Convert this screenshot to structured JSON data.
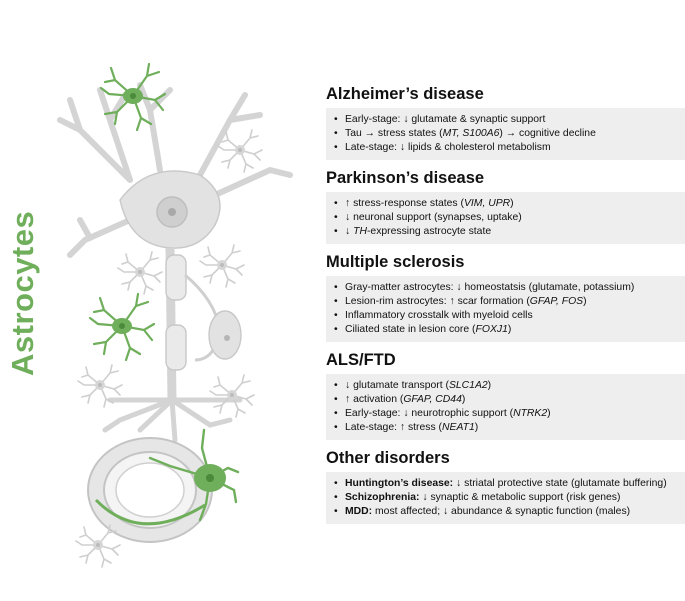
{
  "side_title": "Astrocytes",
  "colors": {
    "accent_green": "#6fae5a",
    "panel_bg": "#eeeeee",
    "neuron_gray": "#e0e0e0"
  },
  "sections": [
    {
      "title": "Alzheimer’s disease",
      "items": [
        [
          {
            "t": "Early-stage: ↓ glutamate & synaptic support"
          }
        ],
        [
          {
            "t": "Tau → stress states ("
          },
          {
            "t": "MT, S100A6",
            "i": true
          },
          {
            "t": ") → cognitive decline"
          }
        ],
        [
          {
            "t": "Late-stage: ↓ lipids & cholesterol metabolism"
          }
        ]
      ]
    },
    {
      "title": "Parkinson’s disease",
      "items": [
        [
          {
            "t": "↑ stress-response states ("
          },
          {
            "t": "VIM, UPR",
            "i": true
          },
          {
            "t": ")"
          }
        ],
        [
          {
            "t": "↓ neuronal support (synapses, uptake)"
          }
        ],
        [
          {
            "t": "↓ "
          },
          {
            "t": "TH",
            "i": true
          },
          {
            "t": "-expressing astrocyte state"
          }
        ]
      ]
    },
    {
      "title": "Multiple sclerosis",
      "items": [
        [
          {
            "t": "Gray-matter astrocytes: ↓ homeostatsis (glutamate, potassium)"
          }
        ],
        [
          {
            "t": "Lesion-rim astrocytes: ↑ scar formation ("
          },
          {
            "t": "GFAP, FOS",
            "i": true
          },
          {
            "t": ")"
          }
        ],
        [
          {
            "t": "Inflammatory crosstalk with myeloid cells"
          }
        ],
        [
          {
            "t": "Ciliated state in lesion core ("
          },
          {
            "t": "FOXJ1",
            "i": true
          },
          {
            "t": ")"
          }
        ]
      ]
    },
    {
      "title": "ALS/FTD",
      "items": [
        [
          {
            "t": "↓ glutamate transport ("
          },
          {
            "t": "SLC1A2",
            "i": true
          },
          {
            "t": ")"
          }
        ],
        [
          {
            "t": "↑ activation ("
          },
          {
            "t": "GFAP, CD44",
            "i": true
          },
          {
            "t": ")"
          }
        ],
        [
          {
            "t": "Early-stage: ↓ neurotrophic support ("
          },
          {
            "t": "NTRK2",
            "i": true
          },
          {
            "t": ")"
          }
        ],
        [
          {
            "t": "Late-stage: ↑ stress ("
          },
          {
            "t": "NEAT1",
            "i": true
          },
          {
            "t": ")"
          }
        ]
      ]
    },
    {
      "title": "Other disorders",
      "items": [
        [
          {
            "t": "Huntington’s disease:",
            "b": true
          },
          {
            "t": " ↓ striatal protective state (glutamate buffering)"
          }
        ],
        [
          {
            "t": "Schizophrenia:",
            "b": true
          },
          {
            "t": " ↓ synaptic & metabolic support (risk genes)"
          }
        ],
        [
          {
            "t": "MDD:",
            "b": true
          },
          {
            "t": " most affected; ↓ abundance & synaptic function (males)"
          }
        ]
      ]
    }
  ]
}
